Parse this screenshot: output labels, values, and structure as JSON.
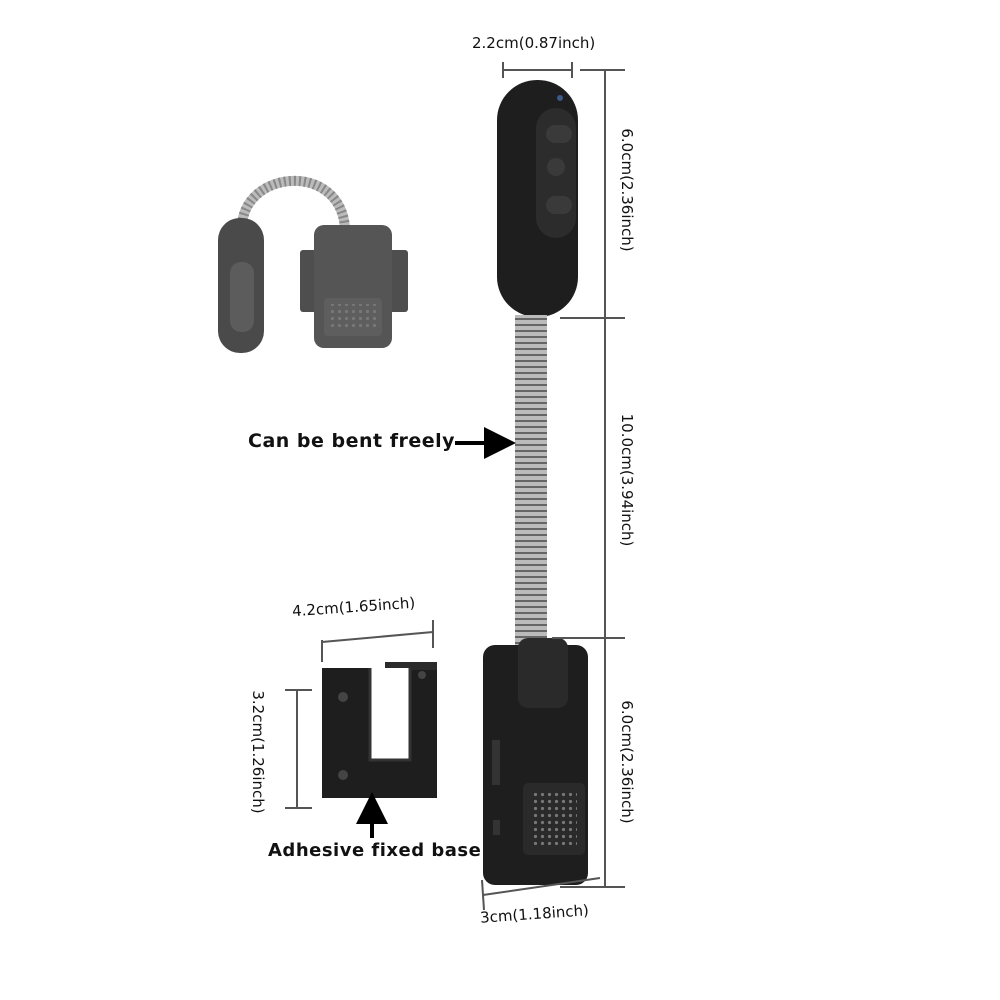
{
  "dimensions": {
    "head_width": "2.2cm(0.87inch)",
    "head_height": "6.0cm(2.36inch)",
    "neck_length": "10.0cm(3.94inch)",
    "body_height": "6.0cm(2.36inch)",
    "body_width": "3cm(1.18inch)",
    "base_width": "4.2cm(1.65inch)",
    "base_height": "3.2cm(1.26inch)"
  },
  "callouts": {
    "bend": "Can be bent freely",
    "base": "Adhesive fixed base"
  },
  "colors": {
    "device": "#1e1e1e",
    "line": "#555555",
    "thumb": "#4a4a4a"
  }
}
